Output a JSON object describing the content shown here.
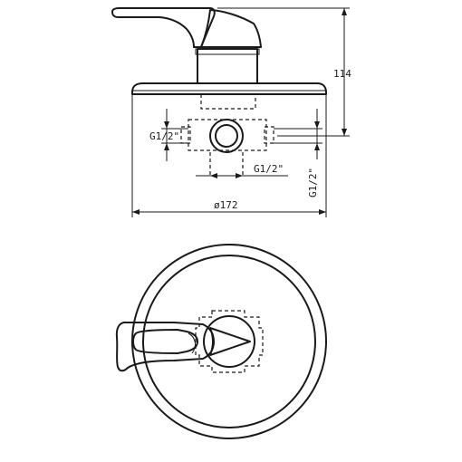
{
  "dimensions": {
    "height": "114",
    "diameter": "ø172",
    "thread_left": "G1/2\"",
    "thread_bottom": "G1/2\"",
    "thread_right": "G1/2\""
  },
  "colors": {
    "line": "#1a1a1a",
    "background": "#ffffff"
  }
}
